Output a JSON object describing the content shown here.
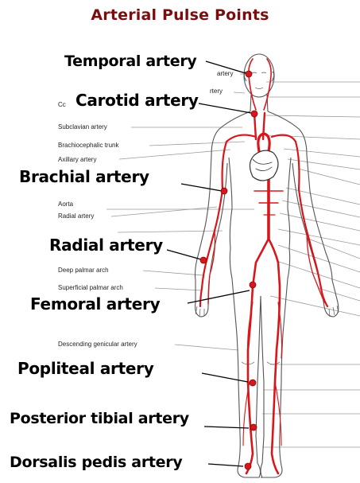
{
  "title": "Arterial Pulse Points",
  "pulse_points": [
    {
      "key": "temporal",
      "label": "Temporal artery"
    },
    {
      "key": "carotid",
      "label": "Carotid artery"
    },
    {
      "key": "brachial",
      "label": "Brachial artery"
    },
    {
      "key": "radial",
      "label": "Radial artery"
    },
    {
      "key": "femoral",
      "label": "Femoral artery"
    },
    {
      "key": "popliteal",
      "label": "Popliteal artery"
    },
    {
      "key": "posterior_tibial",
      "label": "Posterior tibial artery"
    },
    {
      "key": "dorsalis_pedis",
      "label": "Dorsalis pedis artery"
    }
  ],
  "background_labels": [
    "artery",
    "rtery",
    "Cc",
    "Subclavian artery",
    "Brachiocephalic trunk",
    "Axillary artery",
    "Aorta",
    "Radial artery",
    "Deep palmar arch",
    "Superficial palmar arch",
    "Descending genicular artery"
  ],
  "colors": {
    "title": "#7a0e0e",
    "artery": "#d8161b",
    "pulse_point": "#d8161b",
    "body_outline": "#555555",
    "leader_line": "#000000",
    "faint_line": "#9a9a9a"
  }
}
